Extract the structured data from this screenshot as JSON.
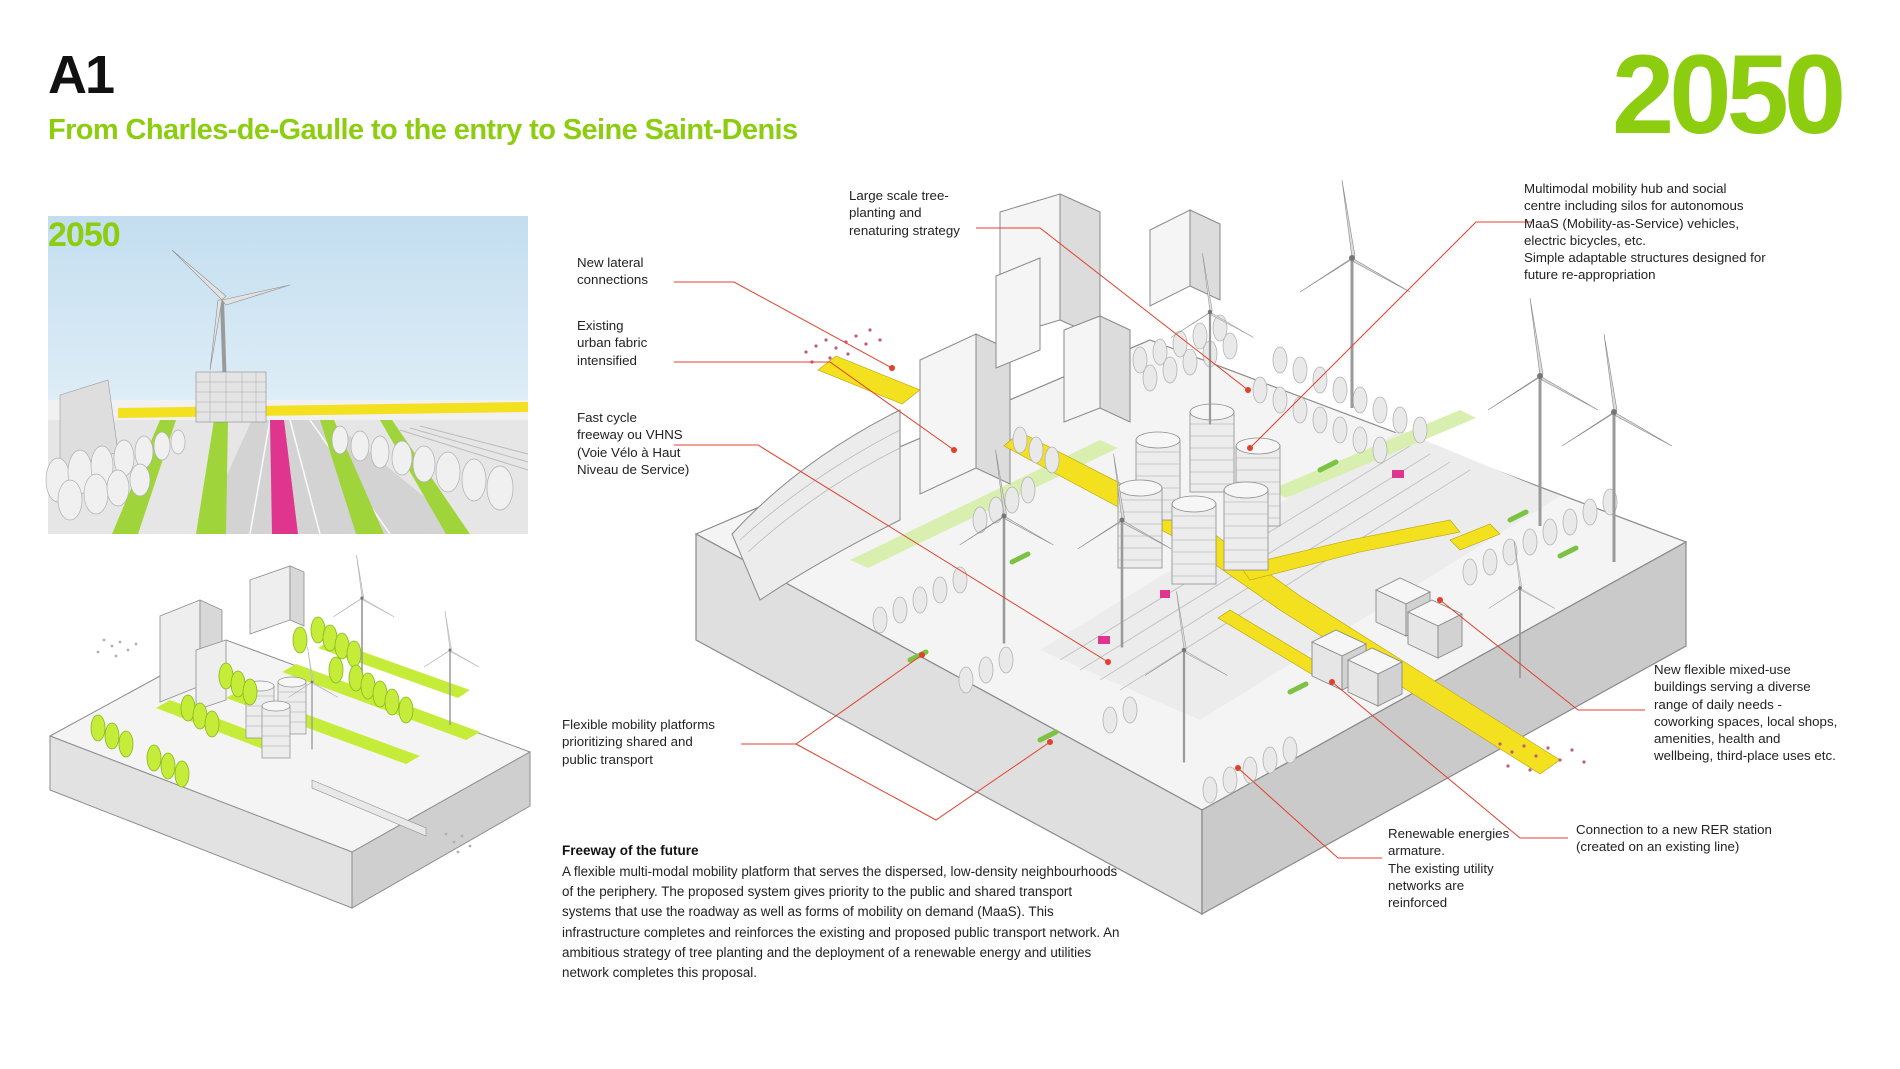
{
  "header": {
    "code": "A1",
    "subtitle": "From Charles-de-Gaulle to the entry to Seine Saint-Denis",
    "year": "2050"
  },
  "perspective_view": {
    "badge": "2050"
  },
  "annotations": {
    "lateral": [
      "New lateral",
      "connections"
    ],
    "urban": [
      "Existing",
      "urban fabric",
      "intensified"
    ],
    "cycle": [
      "Fast cycle",
      "freeway ou VHNS",
      "(Voie Vélo à Haut",
      "Niveau de Service)"
    ],
    "trees": [
      "Large scale tree-",
      "planting and",
      "renaturing strategy"
    ],
    "hub": [
      "Multimodal mobility hub and social",
      "centre including silos for autonomous",
      "MaaS (Mobility-as-Service) vehicles,",
      "electric bicycles, etc.",
      "Simple adaptable structures designed for",
      "future re-appropriation"
    ],
    "platforms": [
      "Flexible mobility platforms",
      "prioritizing shared and",
      "public transport"
    ],
    "mixed": [
      "New flexible mixed-use",
      "buildings serving a diverse",
      "range of daily needs -",
      "coworking spaces, local shops,",
      "amenities, health and",
      "wellbeing, third-place uses etc."
    ],
    "rer": [
      "Connection to a new RER station",
      "(created on an existing line)"
    ],
    "energy": [
      "Renewable energies",
      "armature.",
      "The existing utility",
      "networks are",
      "reinforced"
    ]
  },
  "description": {
    "title": "Freeway of the future",
    "text": "A flexible multi-modal mobility platform that serves the dispersed, low-density neighbourhoods of the periphery. The proposed system gives priority to the public and shared transport systems that use the roadway as well as forms of mobility on demand (MaaS). This infrastructure completes and reinforces the existing and proposed public transport network. An ambitious strategy of tree planting and the deployment of a renewable energy and utilities network completes this proposal."
  },
  "colors": {
    "accent_green": "#8ccd0f",
    "lime": "#c6ec3a",
    "yellow": "#f3e01e",
    "callout_red": "#e0412c",
    "magenta": "#e0358e",
    "sky": "#d2e6f2"
  }
}
